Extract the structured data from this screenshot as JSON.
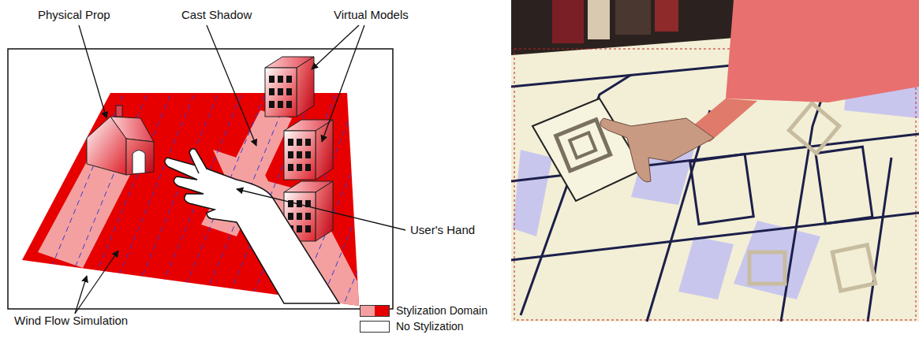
{
  "diagram": {
    "labels": [
      "Physical Prop",
      "Cast Shadow",
      "Virtual Models",
      "User's Hand",
      "Wind Flow Simulation"
    ],
    "legend": [
      {
        "text": "Stylization Domain",
        "color": "#e60000"
      },
      {
        "text": "No Stylization",
        "color": "#ffffff"
      }
    ]
  }
}
